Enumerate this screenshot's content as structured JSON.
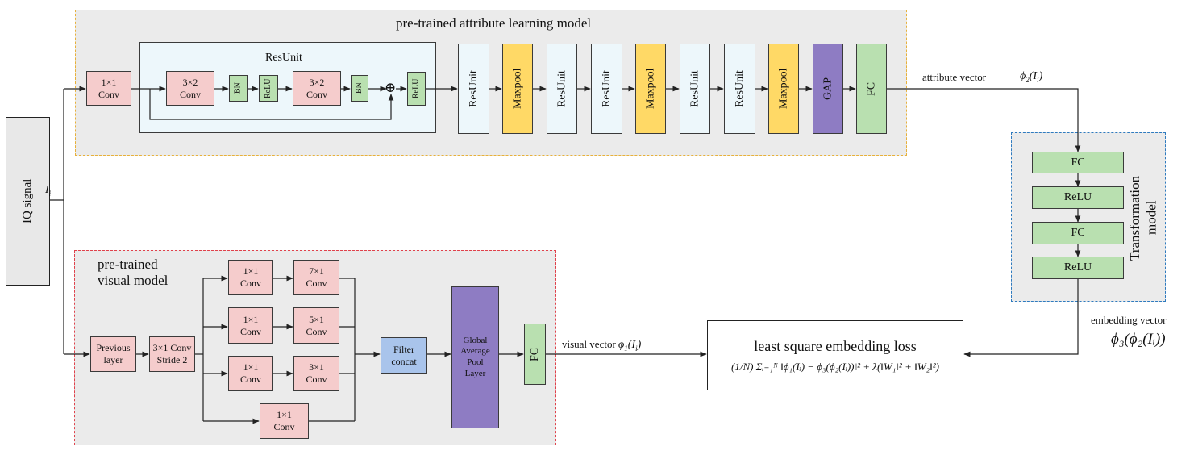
{
  "attribute_model": {
    "title": "pre-trained attribute learning model",
    "input_conv": "1×1\nConv",
    "resunit": {
      "title": "ResUnit",
      "conv1": "3×2\nConv",
      "bn1": "BN",
      "relu1": "ReLU",
      "conv2": "3×2\nConv",
      "bn2": "BN",
      "relu_out": "ReLU",
      "sum_symbol": "⊕"
    },
    "pipeline": [
      "ResUnit",
      "Maxpool",
      "ResUnit",
      "ResUnit",
      "Maxpool",
      "ResUnit",
      "ResUnit",
      "Maxpool",
      "GAP",
      "FC"
    ]
  },
  "input": {
    "label": "IQ signal",
    "signal_symbol": "I",
    "signal_subscript": "i"
  },
  "attribute_vector": {
    "label": "attribute vector",
    "phi": "ϕ",
    "phi_sub": "2",
    "arg": "I",
    "arg_sub": "i"
  },
  "transformation_model": {
    "title": "Transformation\nmodel",
    "layers": [
      "FC",
      "ReLU",
      "FC",
      "ReLU"
    ]
  },
  "visual_model": {
    "title": "pre-trained\nvisual model",
    "previous_layer": "Previous\nlayer",
    "conv_stride": "3×1 Conv\nStride 2",
    "branches": {
      "b1_a": "1×1\nConv",
      "b1_b": "7×1\nConv",
      "b2_a": "1×1\nConv",
      "b2_b": "5×1\nConv",
      "b3_a": "1×1\nConv",
      "b3_b": "3×1\nConv",
      "b4": "1×1\nConv"
    },
    "filter_concat": "Filter\nconcat",
    "gap_layer": "Global\nAverage\nPool\nLayer",
    "fc": "FC"
  },
  "visual_vector": {
    "label": "visual vector",
    "phi": "ϕ",
    "phi_sub": "1",
    "arg": "I",
    "arg_sub": "i"
  },
  "embedding_vector": {
    "label": "embedding vector",
    "expr": "ϕ₃(ϕ₂(Iᵢ))"
  },
  "loss": {
    "title": "least square embedding loss",
    "formula": "(1/N) Σᵢ₌₁ᴺ ‖ϕ₁(Iᵢ) − ϕ₃(ϕ₂(Iᵢ))‖² + λ(‖W₁‖² + ‖W₂‖²)"
  },
  "colors": {
    "attribute_border": "#e8b13a",
    "visual_border": "#e0414b",
    "transform_border": "#2f7bbf",
    "region_fill": "#ebebeb",
    "conv_pink": "#f5cccc",
    "relu_green": "#b9e0b0",
    "maxpool_yellow": "#ffd966",
    "gap_purple": "#8e7cc3",
    "concat_blue": "#a9c4eb"
  }
}
